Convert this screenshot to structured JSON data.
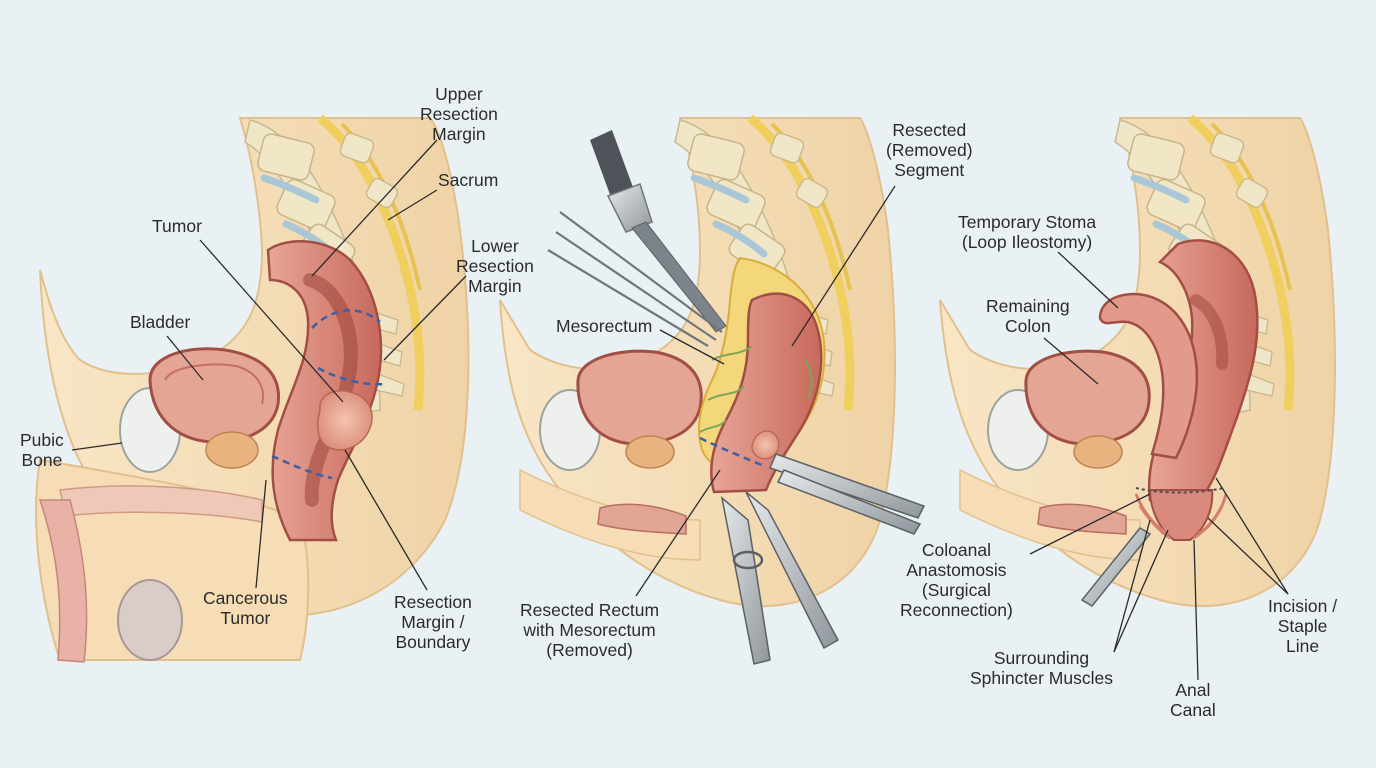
{
  "colors": {
    "background": "#e9f1f5",
    "skin": "#f7e0bd",
    "skin_shadow": "#efcd9e",
    "bone": "#efe6c8",
    "disc": "#a9c7d6",
    "nerve": "#f0cf5e",
    "rectum": "#d98a7c",
    "rectum_dark": "#a24e44",
    "rectum_inner": "#c46f62",
    "tumor": "#e6a58f",
    "fat": "#f3d77a",
    "vessel": "#7da55a",
    "metal": "#b8bec3",
    "metal_dark": "#4d5358",
    "margin_line": "#3b5fa8",
    "leader": "#2b2b2b"
  },
  "panels": [
    {
      "id": "panel-1",
      "labels": [
        {
          "key": "upper-resection-margin",
          "lines": [
            "Upper",
            "Resection",
            "Margin"
          ]
        },
        {
          "key": "sacrum",
          "lines": [
            "Sacrum"
          ]
        },
        {
          "key": "tumor",
          "lines": [
            "Tumor"
          ]
        },
        {
          "key": "lower-resection-margin",
          "lines": [
            "Lower",
            "Resection",
            "Margin"
          ]
        },
        {
          "key": "bladder",
          "lines": [
            "Bladder"
          ]
        },
        {
          "key": "pubic-bone",
          "lines": [
            "Pubic",
            "Bone"
          ]
        },
        {
          "key": "cancerous-tumor",
          "lines": [
            "Cancerous",
            "Tumor"
          ]
        },
        {
          "key": "resection-margin-boundary",
          "lines": [
            "Resection",
            "Margin /",
            "Boundary"
          ]
        }
      ]
    },
    {
      "id": "panel-2",
      "labels": [
        {
          "key": "resected-removed-segment",
          "lines": [
            "Resected",
            "(Removed)",
            "Segment"
          ]
        },
        {
          "key": "mesorectum",
          "lines": [
            "Mesorectum"
          ]
        },
        {
          "key": "resected-rectum-with-mesorectum",
          "lines": [
            "Resected Rectum",
            "with Mesorectum",
            "(Removed)"
          ]
        }
      ]
    },
    {
      "id": "panel-3",
      "labels": [
        {
          "key": "temporary-stoma",
          "lines": [
            "Temporary Stoma",
            "(Loop Ileostomy)"
          ]
        },
        {
          "key": "remaining-colon",
          "lines": [
            "Remaining",
            "Colon"
          ]
        },
        {
          "key": "coloanal-anastomosis",
          "lines": [
            "Coloanal",
            "Anastomosis",
            "(Surgical",
            "Reconnection)"
          ]
        },
        {
          "key": "incision-staple-line",
          "lines": [
            "Incision /",
            "Staple",
            "Line"
          ]
        },
        {
          "key": "surrounding-sphincter-muscles",
          "lines": [
            "Surrounding",
            "Sphincter Muscles"
          ]
        },
        {
          "key": "anal-canal",
          "lines": [
            "Anal",
            "Canal"
          ]
        }
      ]
    }
  ]
}
